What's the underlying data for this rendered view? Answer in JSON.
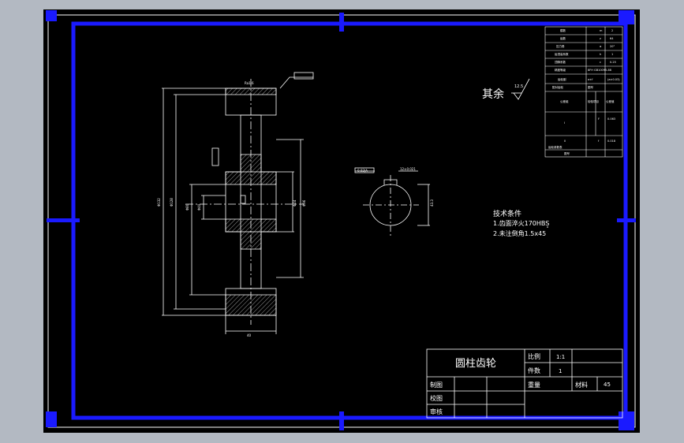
{
  "drawing": {
    "title": "圆柱齿轮",
    "scale_label": "比例",
    "scale_value": "1:1",
    "quantity_label": "件数",
    "quantity_value": "1",
    "weight_label": "重量",
    "material_label": "材料",
    "material_value": "45",
    "drawn_label": "制图",
    "checked_label": "校图",
    "approved_label": "审核",
    "roughness_rest_label": "其余",
    "roughness_rest_value": "12.5",
    "tech_req_title": "技术条件",
    "tech_req_1": "1.齿面淬火170HBS",
    "tech_req_2": "2.未注倒角1.5x45",
    "gear_param_table_label": "齿轮参数表"
  },
  "colors": {
    "background": "#000000",
    "frame": "#1a1aff",
    "lines": "#ffffff",
    "outer_bg": "#b3b9c2"
  }
}
